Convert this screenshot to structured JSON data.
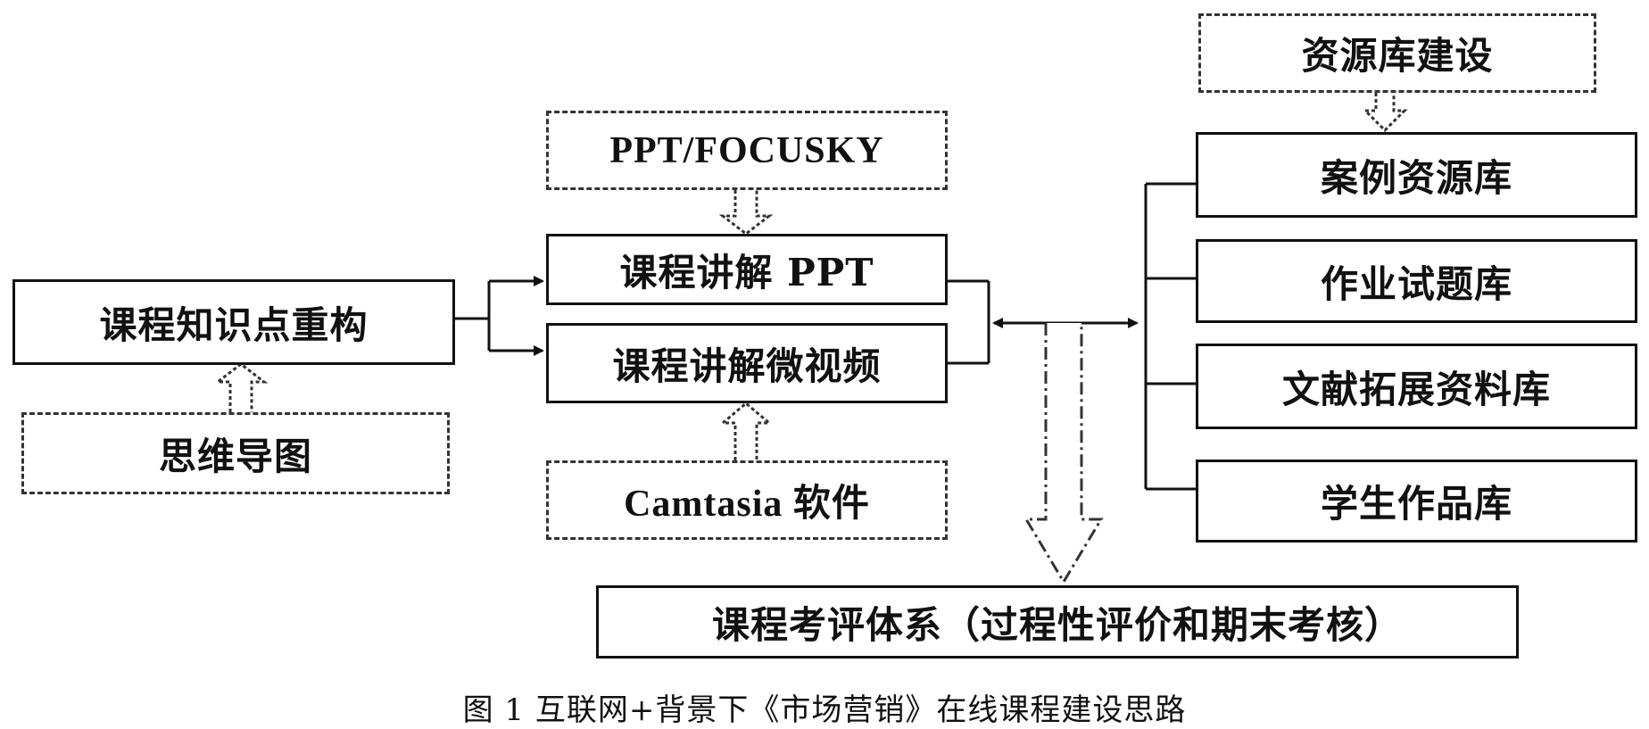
{
  "nodes": {
    "restructure": "课程知识点重构",
    "mindmap": "思维导图",
    "ppt_tool": "PPT/FOCUSKY",
    "lecture_ppt": "课程讲解 PPT",
    "lecture_video": "课程讲解微视频",
    "camtasia": "Camtasia 软件",
    "resource_build": "资源库建设",
    "case_lib": "案例资源库",
    "exercise_lib": "作业试题库",
    "literature_lib": "文献拓展资料库",
    "student_works_lib": "学生作品库",
    "assessment": "课程考评体系（过程性评价和期末考核）"
  },
  "caption": "图 1  互联网+背景下《市场营销》在线课程建设思路"
}
